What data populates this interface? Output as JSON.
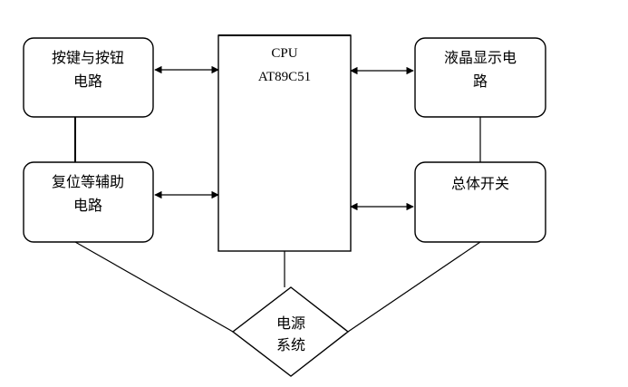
{
  "nodes": {
    "keys": {
      "line1": "按键与按钮",
      "line2": "电路"
    },
    "reset": {
      "line1": "复位等辅助",
      "line2": "电路"
    },
    "cpu": {
      "line1": "CPU",
      "line2": "AT89C51"
    },
    "lcd": {
      "line1": "液晶显示电",
      "line2": "路"
    },
    "switch": {
      "line1": "总体开关"
    },
    "power": {
      "line1": "电源",
      "line2": "系统"
    }
  }
}
